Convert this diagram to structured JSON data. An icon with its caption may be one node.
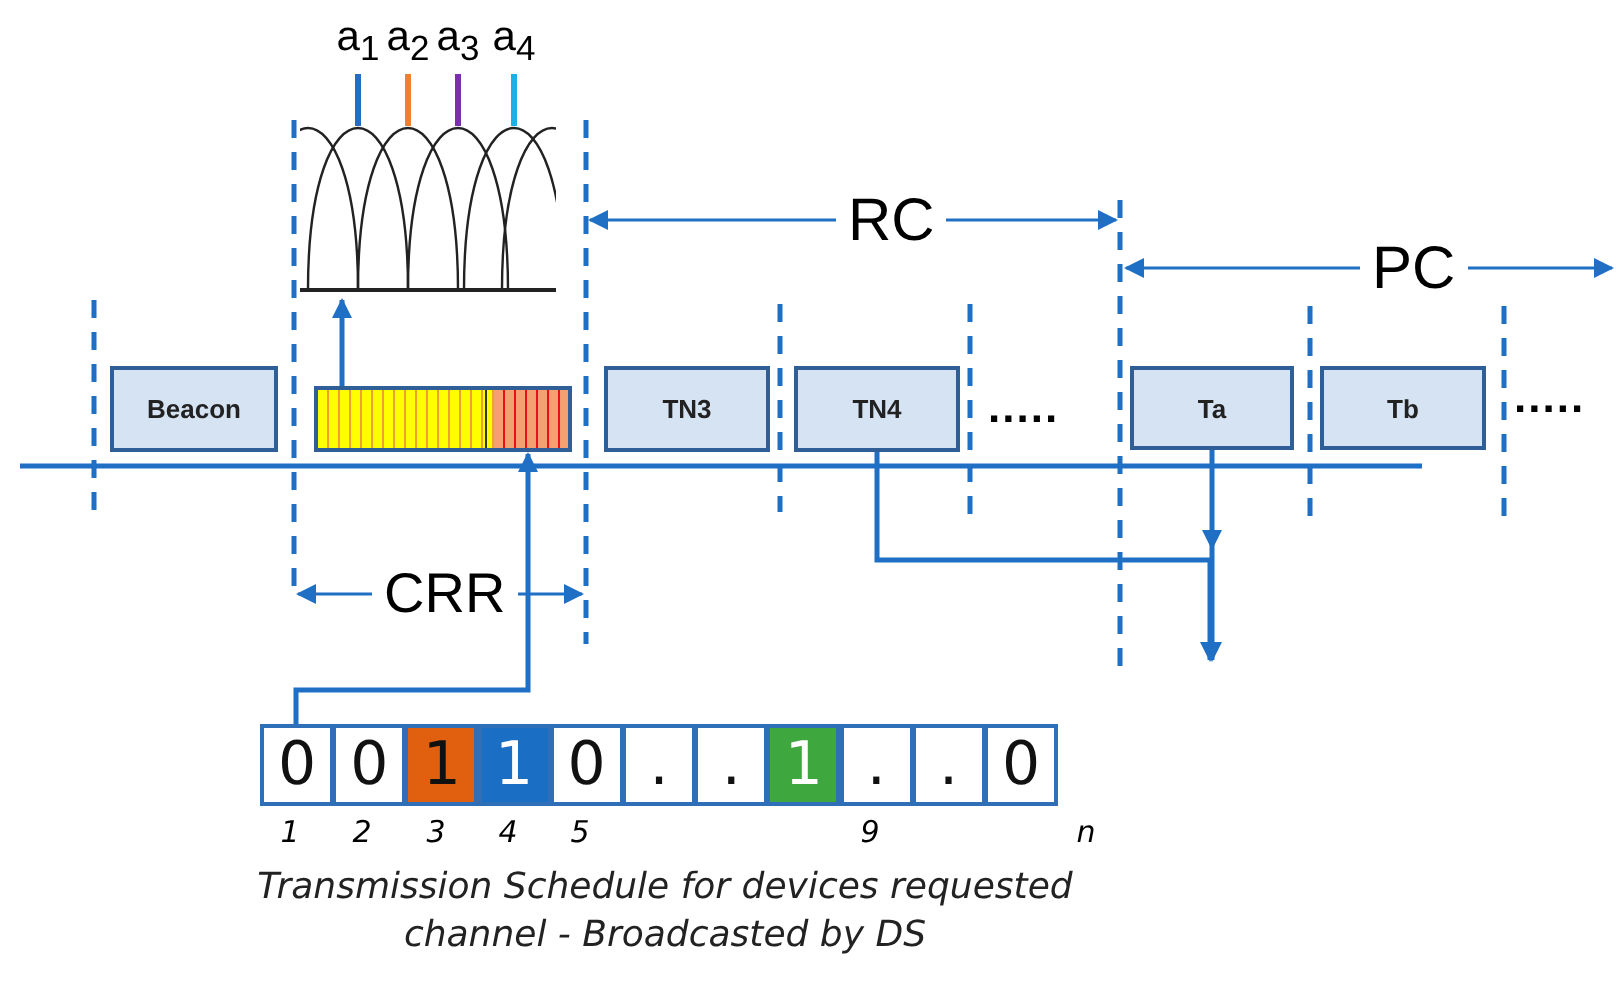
{
  "diagram": {
    "caption": "Transmission Schedule for devices requested channel - Broadcasted by DS",
    "nodes": [
      {
        "text": [
          "Beacon"
        ]
      },
      {
        "text": [],
        "shape": "bar"
      },
      {
        "text": [],
        "shape": "picture"
      },
      {
        "text": [
          "TN3"
        ]
      },
      {
        "text": [
          "TN4"
        ]
      },
      {
        "text": [
          "Ta"
        ]
      },
      {
        "text": [
          "Tb"
        ]
      },
      {
        "text": [
          "0"
        ]
      },
      {
        "text": [
          "0"
        ]
      },
      {
        "text": [
          "1"
        ]
      },
      {
        "text": [
          "1"
        ]
      },
      {
        "text": [
          "0"
        ]
      },
      {
        "text": [
          "."
        ]
      },
      {
        "text": [
          "."
        ]
      },
      {
        "text": [
          "1"
        ]
      },
      {
        "text": [
          "."
        ]
      },
      {
        "text": [
          "."
        ]
      },
      {
        "text": [
          "0"
        ]
      }
    ],
    "edges": [
      {
        "from": 1,
        "to": 2,
        "arrow": "to"
      },
      {
        "from": 7,
        "to": 1,
        "arrow": "to"
      },
      {
        "from": 4,
        "to": null,
        "arrow": "to"
      },
      {
        "from": 5,
        "to": null,
        "arrow": "to"
      }
    ],
    "labels": [
      "a$_{1}$",
      "a$_{2}$",
      "a$_{3}$",
      "a$_{4}$",
      "RC",
      "PC",
      ".....",
      ".....",
      "CRR",
      "1",
      "2",
      "3",
      "4",
      "5",
      "9",
      "n"
    ]
  }
}
